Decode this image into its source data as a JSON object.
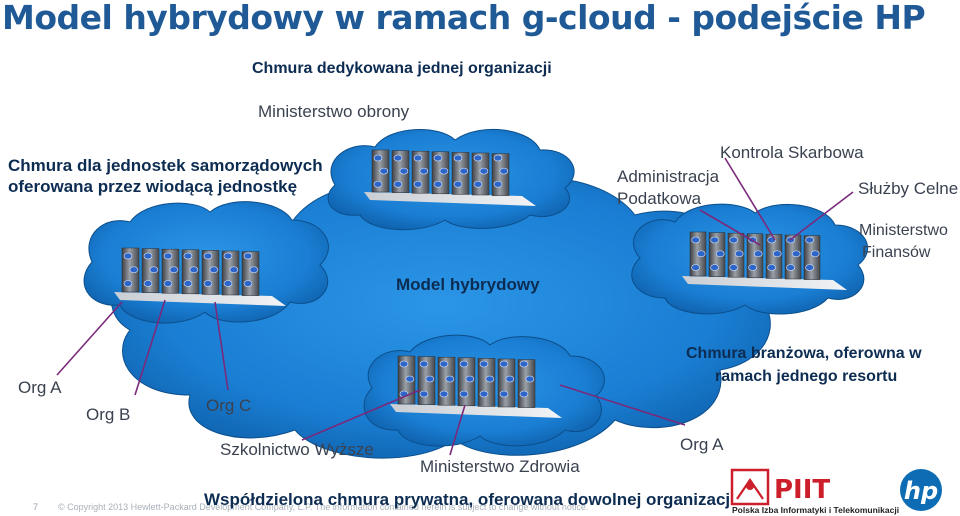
{
  "title": "Model hybrydowy w ramach  g-cloud - podejście HP",
  "labels": {
    "dedicated": "Chmura dedykowana jednej organizacji",
    "defense": "Ministerstwo obrony",
    "local_line1": "Chmura dla jednostek samorządowych",
    "local_line2": "oferowana przez wiodącą jednostkę",
    "tax_control": "Kontrola Skarbowa",
    "tax_admin_line1": "Administracja",
    "tax_admin_line2": "Podatkowa",
    "customs": "Służby Celne",
    "finance_line1": "Ministerstwo",
    "finance_line2": "Finansów",
    "hybrid": "Model hybrydowy",
    "sector_line1": "Chmura branżowa, oferowna w",
    "sector_line2": "ramach jednego resortu",
    "org_a_left": "Org A",
    "org_b": "Org B",
    "org_c": "Org C",
    "higher_ed": "Szkolnictwo Wyższe",
    "health": "Ministerstwo Zdrowia",
    "org_a_right": "Org  A",
    "shared": "Współdzielona chmura prywatna, oferowana dowolnej organizacji"
  },
  "footer": {
    "page_number": "7",
    "copyright": "© Copyright 2013 Hewlett-Packard Development Company, L.P.  The information contained herein is subject to change without notice."
  },
  "logos": {
    "piit_word": "PIIT",
    "piit_sub": "Polska Izba Informatyki i Telekomunikacji",
    "hp": "hp"
  },
  "colors": {
    "title": "#1f5a96",
    "cloud": "#1574c9",
    "cloud_center": "#1e88dc",
    "connector": "#7a2a7a",
    "piit_red": "#cc1f2b",
    "hp_blue": "#0d6cb4"
  }
}
